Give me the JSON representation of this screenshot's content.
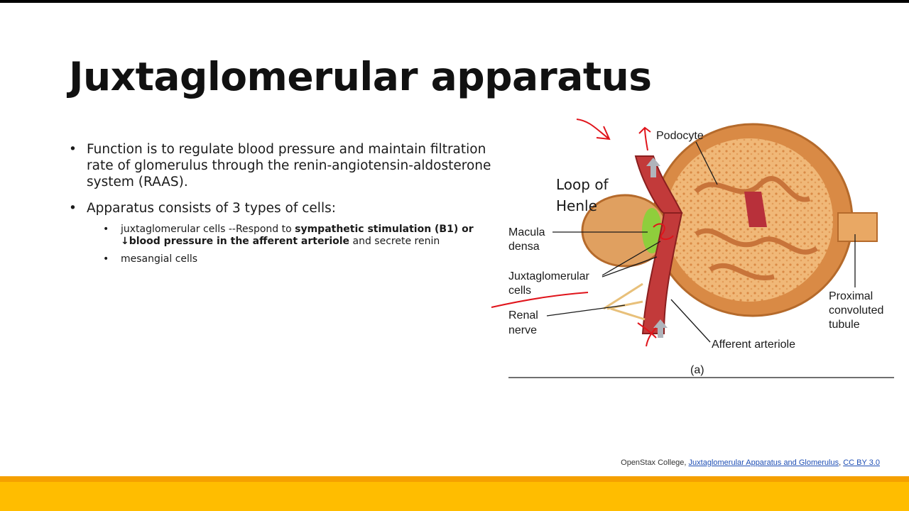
{
  "slide": {
    "title": "Juxtaglomerular apparatus",
    "bullets": [
      "Function is to regulate blood pressure and maintain filtration rate of glomerulus through the renin-angiotensin-aldosterone system (RAAS).",
      "Apparatus consists of 3 types of cells:"
    ],
    "subbullets": {
      "jg_cells_prefix": "juxtaglomerular cells --Respond to ",
      "jg_cells_bold1": "sympathetic stimulation (B1) or ↓blood pressure in the afferent arteriole",
      "jg_cells_suffix": " and secrete renin",
      "mesangial": "mesangial cells"
    }
  },
  "figure": {
    "labels": {
      "podocyte": "Podocyte",
      "macula_densa_1": "Macula",
      "macula_densa_2": "densa",
      "jg_cells_1": "Juxtaglomerular",
      "jg_cells_2": "cells",
      "renal_nerve_1": "Renal",
      "renal_nerve_2": "nerve",
      "afferent": "Afferent arteriole",
      "pct_1": "Proximal",
      "pct_2": "convoluted",
      "pct_3": "tubule",
      "panel": "(a)"
    },
    "annotations": {
      "loop_1": "Loop of",
      "loop_2": "Henle"
    }
  },
  "credit": {
    "author": "OpenStax College, ",
    "link_title": "Juxtaglomerular Apparatus and Glomerulus",
    "sep": ", ",
    "license": "CC BY 3.0"
  },
  "colors": {
    "accent_bar": "#ffbd00",
    "annotation_ink": "#e0141b",
    "link": "#1f4fb5"
  }
}
